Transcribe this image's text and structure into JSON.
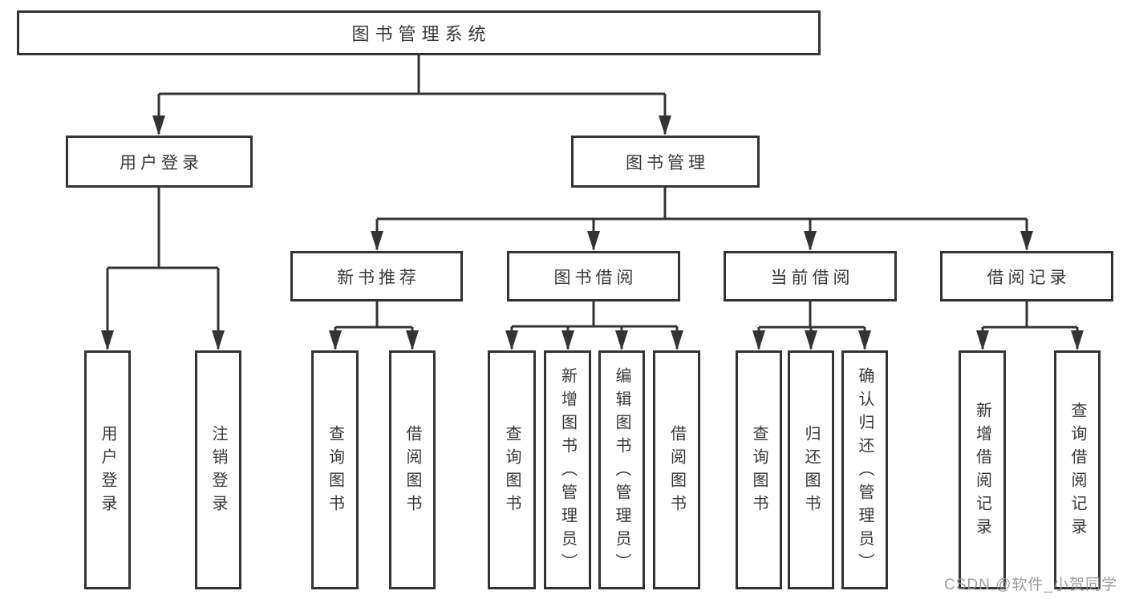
{
  "diagram": {
    "type": "tree-structure-chart",
    "nodes": {
      "root": {
        "label": "图书管理系统"
      },
      "user_login": {
        "label": "用户登录"
      },
      "book_mgmt": {
        "label": "图书管理"
      },
      "new_book_rec": {
        "label": "新书推荐"
      },
      "book_borrow": {
        "label": "图书借阅"
      },
      "current_borrow": {
        "label": "当前借阅"
      },
      "borrow_records": {
        "label": "借阅记录"
      },
      "leaf_user_login": {
        "label": "用户登录"
      },
      "leaf_logout": {
        "label": "注销登录"
      },
      "leaf_nbr_query_books": {
        "label": "查询图书"
      },
      "leaf_nbr_borrow_books": {
        "label": "借阅图书"
      },
      "leaf_bb_query_books": {
        "label": "查询图书"
      },
      "leaf_bb_add_books": {
        "label": "新增图书（管理员）"
      },
      "leaf_bb_edit_books": {
        "label": "编辑图书（管理员）"
      },
      "leaf_bb_borrow_books": {
        "label": "借阅图书"
      },
      "leaf_cb_query_books": {
        "label": "查询图书"
      },
      "leaf_cb_return_books": {
        "label": "归还图书"
      },
      "leaf_cb_confirm_return": {
        "label": "确认归还（管理员）"
      },
      "leaf_br_add_record": {
        "label": "新增借阅记录"
      },
      "leaf_br_query_record": {
        "label": "查询借阅记录"
      }
    },
    "edges": [
      [
        "图书管理系统",
        "用户登录"
      ],
      [
        "图书管理系统",
        "图书管理"
      ],
      [
        "用户登录",
        "用户登录"
      ],
      [
        "用户登录",
        "注销登录"
      ],
      [
        "图书管理",
        "新书推荐"
      ],
      [
        "图书管理",
        "图书借阅"
      ],
      [
        "图书管理",
        "当前借阅"
      ],
      [
        "图书管理",
        "借阅记录"
      ],
      [
        "新书推荐",
        "查询图书"
      ],
      [
        "新书推荐",
        "借阅图书"
      ],
      [
        "图书借阅",
        "查询图书"
      ],
      [
        "图书借阅",
        "新增图书（管理员）"
      ],
      [
        "图书借阅",
        "编辑图书（管理员）"
      ],
      [
        "图书借阅",
        "借阅图书"
      ],
      [
        "当前借阅",
        "查询图书"
      ],
      [
        "当前借阅",
        "归还图书"
      ],
      [
        "当前借阅",
        "确认归还（管理员）"
      ],
      [
        "借阅记录",
        "新增借阅记录"
      ],
      [
        "借阅记录",
        "查询借阅记录"
      ]
    ],
    "colors": {
      "line": "#333333",
      "text": "#383838",
      "background": "#ffffff",
      "watermark": "#949494"
    }
  },
  "watermark": {
    "text": "CSDN @软件_小贺同学"
  }
}
